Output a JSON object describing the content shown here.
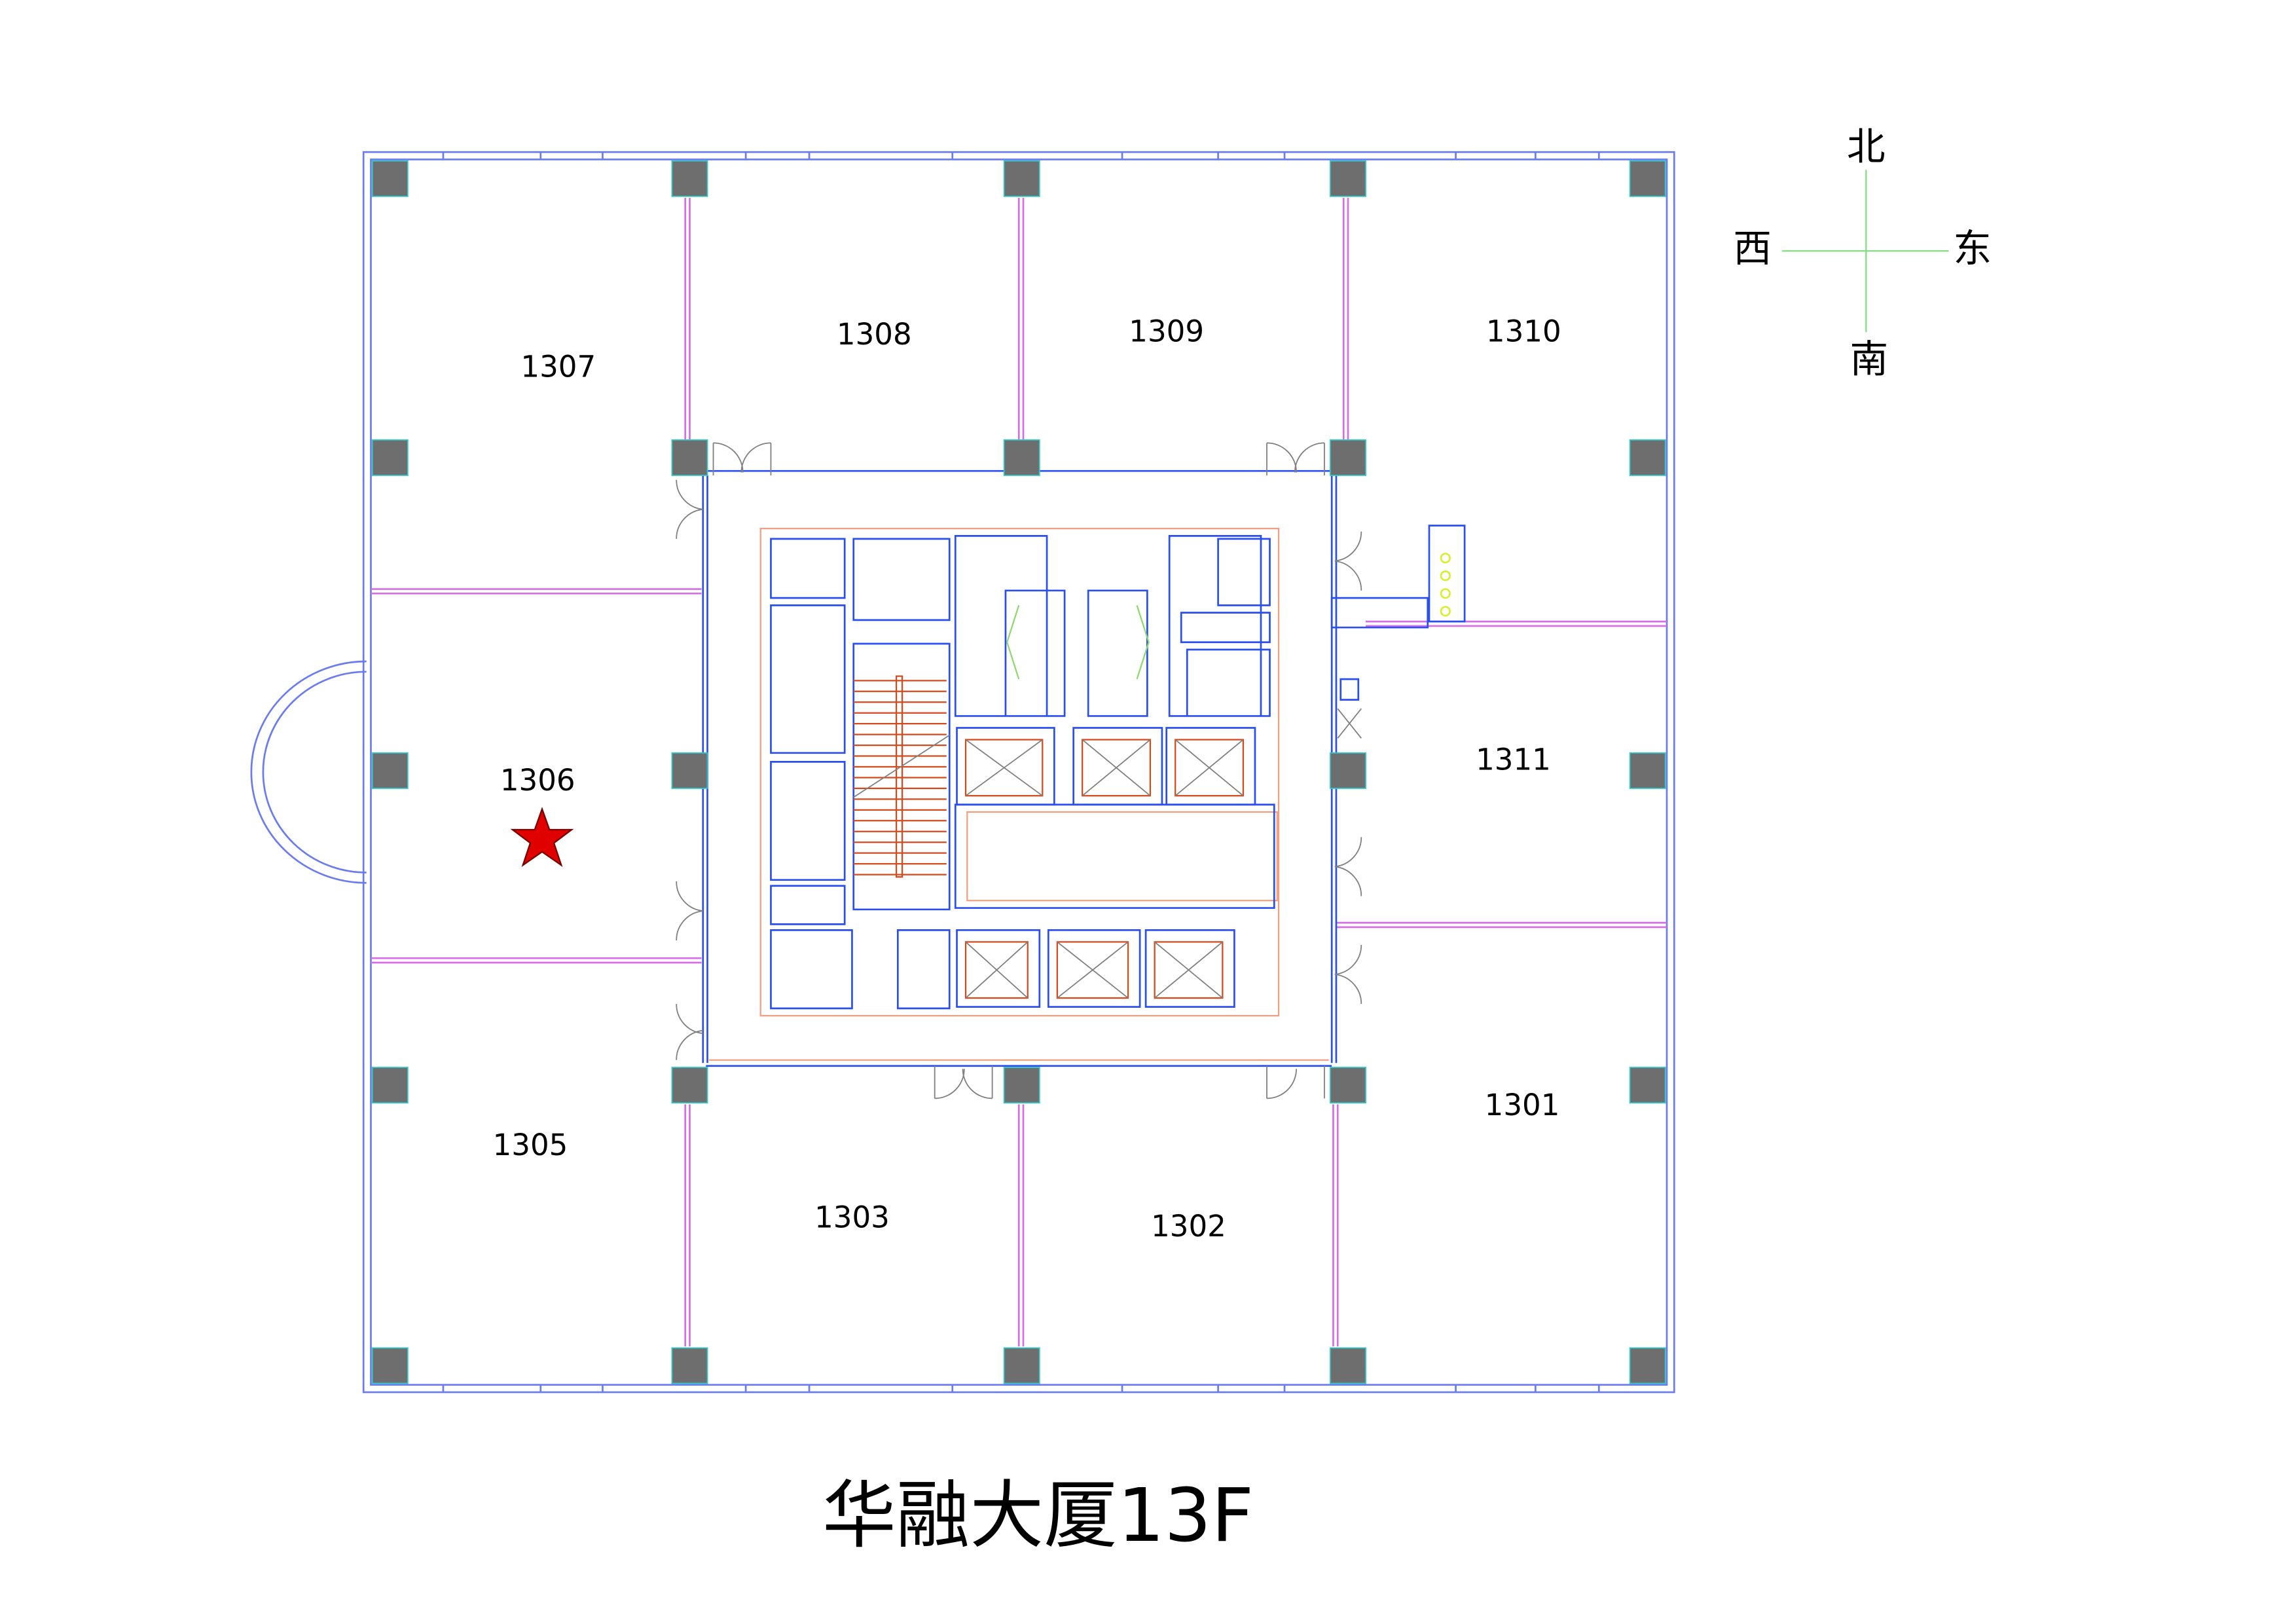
{
  "title": "华融大厦13F",
  "compass": {
    "north": "北",
    "south": "南",
    "east": "东",
    "west": "西"
  },
  "rooms": {
    "r1307": "1307",
    "r1308": "1308",
    "r1309": "1309",
    "r1310": "1310",
    "r1306": "1306",
    "r1311": "1311",
    "r1305": "1305",
    "r1303": "1303",
    "r1302": "1302",
    "r1301": "1301"
  },
  "marker": {
    "room": "1306",
    "color": "#e00000"
  },
  "colors": {
    "wall": "#6a7cf0",
    "partition": "#d66ee6",
    "column": "#6e6e6e",
    "compass": "#7ee07e"
  }
}
